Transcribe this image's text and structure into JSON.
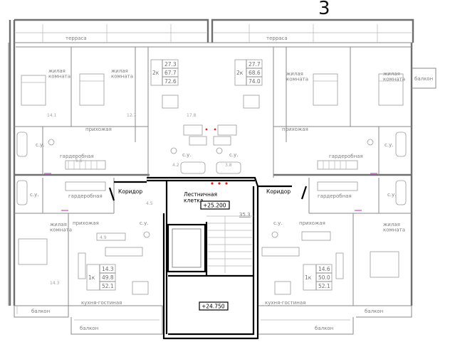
{
  "floor_number": "3",
  "rooms": {
    "terrace_left": "терраса",
    "terrace_right": "терраса",
    "living_room_1": "жилая\nкомната",
    "living_room_2": "жилая\nкомната",
    "living_room_3": "жилая\nкомната",
    "living_room_4": "жилая\nкомната",
    "living_room_5": "жилая\nкомната",
    "living_room_6": "жилая\nкомната",
    "hallway_1": "прихожая",
    "hallway_2": "прихожая",
    "hallway_3": "прихожая",
    "hallway_4": "прихожая",
    "wardrobe_1": "гардеробная",
    "wardrobe_2": "гардеробная",
    "wardrobe_3": "гардеробная",
    "wardrobe_4": "гардеробная",
    "bath_1": "с.у.",
    "bath_2": "с.у.",
    "bath_3": "с.у.",
    "bath_4": "с.у.",
    "bath_5": "с.у.",
    "bath_6": "с.у.",
    "bath_7": "с.у.",
    "bath_8": "с.у.",
    "corridor_left": "Коридор",
    "corridor_right": "Коридор",
    "stairwell": "Лестничная\nклетка",
    "kitchen_left": "кухня-гостиная",
    "kitchen_right": "кухня-гостиная",
    "balcony_right_top": "балкон",
    "balcony_left_1": "балкон",
    "balcony_left_2": "балкон",
    "balcony_right_1": "балкон",
    "balcony_right_2": "балкон"
  },
  "elevations": {
    "upper": "+25.200",
    "lower": "+24.750"
  },
  "stair_area": "35.3",
  "area_values": {
    "a45": "4.5",
    "a42": "4.2",
    "a38": "3.8",
    "a141": "14.1",
    "a127": "12.7",
    "a178": "17.8",
    "a55": "5.5",
    "a49": "4.9",
    "a143": "14.3"
  },
  "apartments": [
    {
      "rooms": "2к",
      "living": "27.3",
      "total": "67.7",
      "with_balcony": "72.6"
    },
    {
      "rooms": "2к",
      "living": "27.7",
      "total": "68.6",
      "with_balcony": "74.0"
    },
    {
      "rooms": "1к",
      "living": "14.3",
      "total": "49.8",
      "with_balcony": "52.1"
    },
    {
      "rooms": "1к",
      "living": "14.6",
      "total": "50.0",
      "with_balcony": "52.1"
    }
  ]
}
